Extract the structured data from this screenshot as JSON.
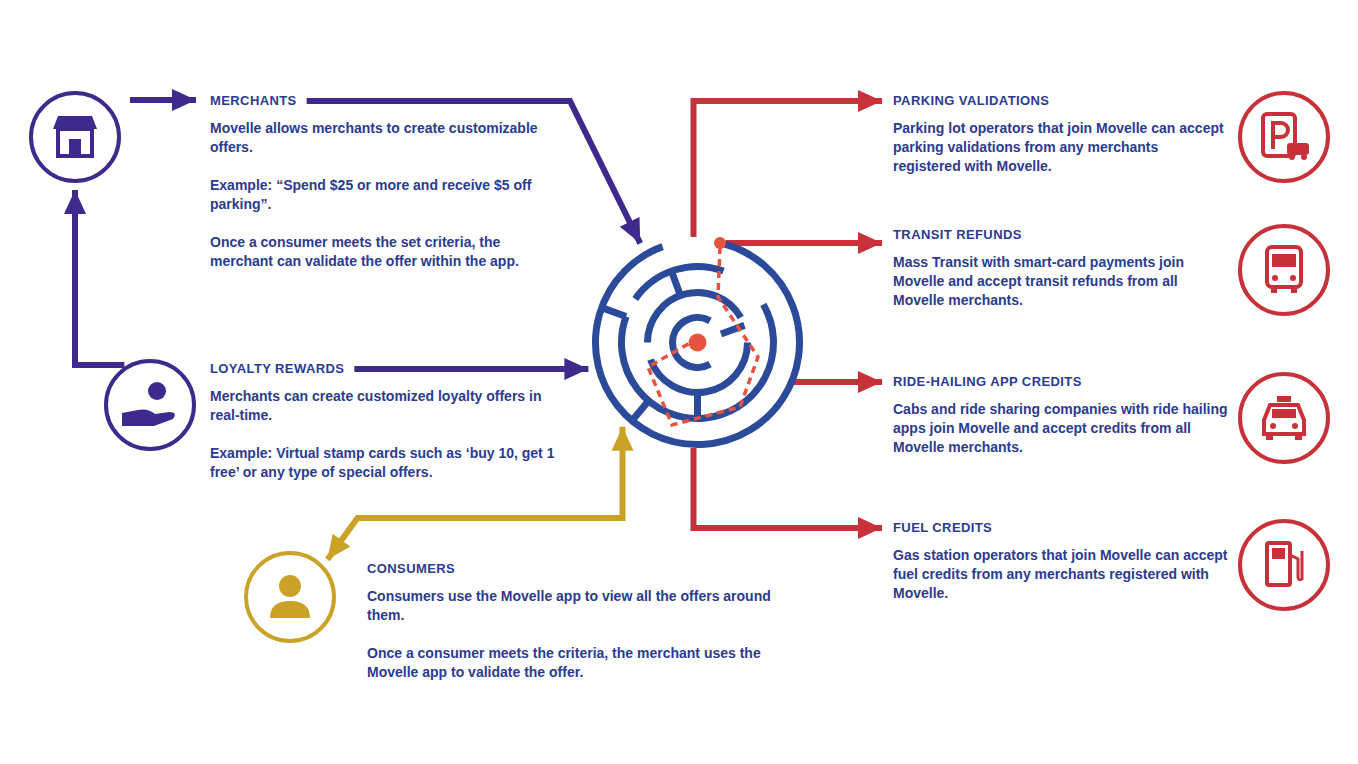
{
  "diagram": {
    "nodes": [
      {
        "text": [
          "MERCHANTS",
          "Movelle allows merchants to create customizable offers.",
          "Example: “Spend $25 or more and receive $5 off parking”.",
          "Once a consumer meets the set criteria, the merchant can validate the offer within the app."
        ]
      },
      {
        "text": [
          "LOYALTY REWARDS",
          "Merchants can create customized loyalty offers in real-time.",
          "Example: Virtual stamp cards such as ‘buy 10, get 1 free’ or any type of special offers."
        ]
      },
      {
        "text": [
          "CONSUMERS",
          "Consumers use the Movelle app to view all the offers around them.",
          "Once a consumer meets the criteria, the merchant uses the Movelle app to validate the offer."
        ]
      },
      {
        "text": []
      },
      {
        "text": [
          "PARKING VALIDATIONS",
          "Parking lot operators that join Movelle can accept parking validations from any merchants registered with Movelle."
        ]
      },
      {
        "text": [
          "TRANSIT REFUNDS",
          "Mass Transit with smart-card payments join Movelle and accept transit refunds from all Movelle merchants."
        ]
      },
      {
        "text": [
          "RIDE-HAILING APP CREDITS",
          "Cabs and ride sharing companies with ride hailing apps join Movelle and accept credits from all Movelle merchants."
        ]
      },
      {
        "text": [
          "FUEL CREDITS",
          "Gas station operators that join Movelle can accept fuel credits from any merchants registered with Movelle."
        ]
      }
    ],
    "edges": [
      {
        "from": 1,
        "to": 0,
        "arrow": "to"
      },
      {
        "from": 0,
        "to": 3,
        "arrow": "to"
      },
      {
        "from": 1,
        "to": 3,
        "arrow": "to"
      },
      {
        "from": 2,
        "to": 3,
        "arrow": "both"
      },
      {
        "from": 3,
        "to": 4,
        "arrow": "to"
      },
      {
        "from": 3,
        "to": 5,
        "arrow": "to"
      },
      {
        "from": 3,
        "to": 6,
        "arrow": "to"
      },
      {
        "from": 3,
        "to": 7,
        "arrow": "to"
      }
    ]
  }
}
